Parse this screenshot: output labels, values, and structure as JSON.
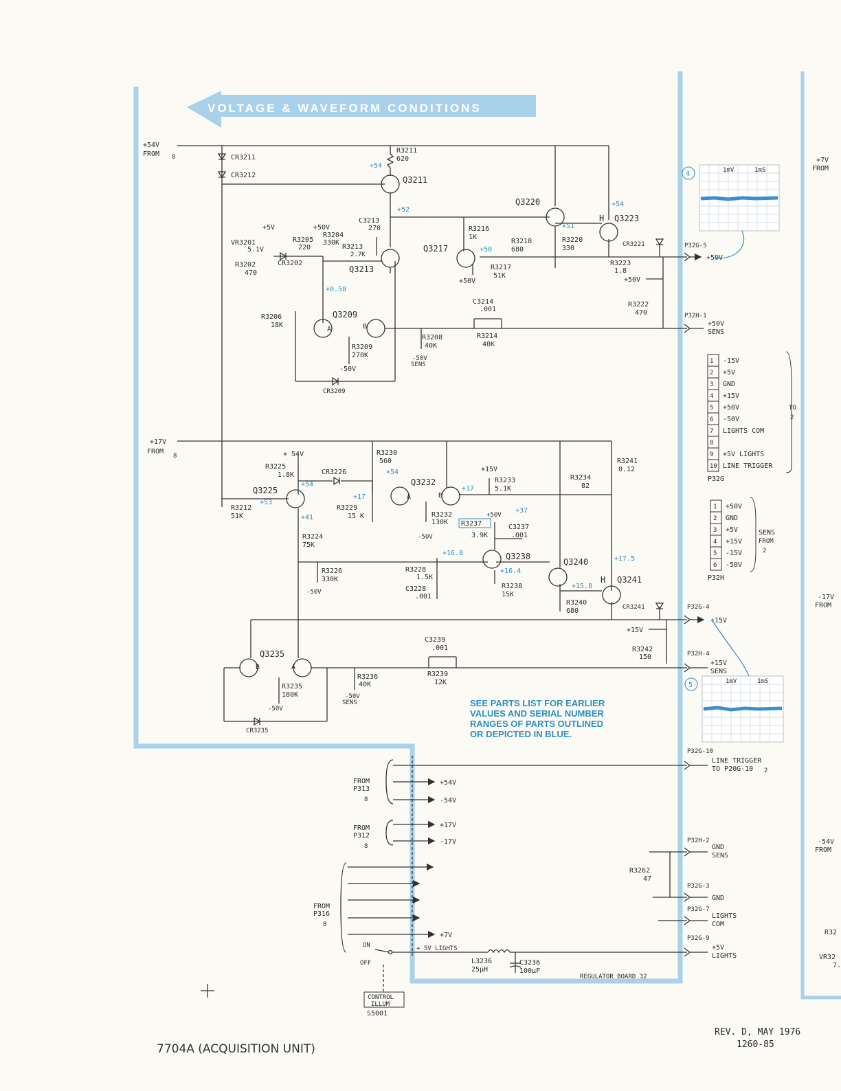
{
  "banner": "VOLTAGE & WAVEFORM CONDITIONS",
  "colors": {
    "border_blue": "#a9d2ea",
    "annotation_blue": "#2b8fc4",
    "trace": "#3a8fcf"
  },
  "inputs": {
    "p54": "+54V",
    "p17": "+17V",
    "from": "FROM",
    "ref8": "8",
    "p7_right": "+7V",
    "m17_right": "-17V",
    "m54_right": "-54V",
    "right_r32": "R32",
    "right_vr32": "VR32",
    "right_7": "7."
  },
  "components": {
    "cr3211": "CR3211",
    "cr3212": "CR3212",
    "r3211": "R3211",
    "r3211v": "620",
    "q3211": "Q3211",
    "q3220": "Q3220",
    "q3223": "Q3223",
    "h": "H",
    "r3216": "R3216",
    "r3216v": "1K",
    "r3218": "R3218",
    "r3218v": "680",
    "r3220": "R3220",
    "r3220v": "330",
    "cr3221": "CR3221",
    "r3223": "R3223",
    "r3223v": "1.8",
    "r3222": "R3222",
    "r3222v": "470",
    "q3217": "Q3217",
    "r3217": "R3217",
    "r3217v": "51K",
    "c3213": "C3213",
    "c3213v": "270",
    "r3213": "R3213",
    "r3213v": "2.7K",
    "q3213": "Q3213",
    "vr3201": "VR3201",
    "vr3201v": "5.1V",
    "r3205": "R3205",
    "r3205v": "220",
    "r3204": "R3204",
    "r3204v": "330K",
    "r3202": "R3202",
    "r3202v": "470",
    "cr3202": "CR3202",
    "p5v": "+5V",
    "p50v": "+50V",
    "m50v": "-50V",
    "m50vsens": "-50V",
    "sens": "SENS",
    "r3206": "R3206",
    "r3206v": "18K",
    "q3209": "Q3209",
    "a": "A",
    "b": "B",
    "r3209": "R3209",
    "r3209v": "270K",
    "r3208": "R3208",
    "r3208v": "40K",
    "c3214": "C3214",
    "c3214v": ".001",
    "r3214": "R3214",
    "r3214v": "40K",
    "cr3209": "CR3209",
    "r3230": "R3230",
    "r3230v": "560",
    "r3225": "R3225",
    "r3225v": "1.8K",
    "p54v": "+ 54V",
    "cr3226": "CR3226",
    "q3225": "Q3225",
    "r3212": "R3212",
    "r3212v": "51K",
    "r3229": "R3229",
    "r3229v": "15 K",
    "q3232": "Q3232",
    "p15v": "+15V",
    "r3233": "R3233",
    "r3233v": "5.1K",
    "r3234": "R3234",
    "r3234v": "82",
    "r3241": "R3241",
    "r3241v": "0.12",
    "r3232": "R3232",
    "r3232v": "130K",
    "r3237": "R3237",
    "r3237v": "3.9K",
    "c3237": "C3237",
    "c3237v": ".001",
    "r3224": "R3224",
    "r3224v": "75K",
    "r3226": "R3226",
    "r3226v": "330K",
    "r3228": "R3228",
    "r3228v": "1.5K",
    "c3228": "C3228",
    "c3228v": ".001",
    "q3238": "Q3238",
    "r3238": "R3238",
    "r3238v": "15K",
    "q3240": "Q3240",
    "r3240": "R3240",
    "r3240v": "680",
    "q3241": "Q3241",
    "cr3241": "CR3241",
    "r3242": "R3242",
    "r3242v": "150",
    "q3235": "Q3235",
    "r3235": "R3235",
    "r3235v": "180K",
    "r3236": "R3236",
    "r3236v": "40K",
    "c3239": "C3239",
    "c3239v": ".001",
    "r3239": "R3239",
    "r3239v": "12K",
    "cr3235": "CR3235",
    "r3262": "R3262",
    "r3262v": "47",
    "l3236": "L3236",
    "l3236v": "25μH",
    "c3236": "C3236",
    "c3236v": "100μF"
  },
  "voltages": {
    "v54a": "+54",
    "v52": "+52",
    "v54b": "+54",
    "v51": "+51",
    "v50": "+50",
    "v058": "+0.58",
    "v54c": "+54",
    "v53": "+53",
    "v41": "+41",
    "v54d": "+54",
    "v17a": "+17",
    "v17b": "+17",
    "v37": "+37",
    "v168": "+16.8",
    "v164": "+16.4",
    "v158": "+15.8",
    "v175": "+17.5"
  },
  "connectors": {
    "p32g5": "P32G-5",
    "p50v": "+50V",
    "p50v_node": "+50V",
    "p32h1": "P32H-1",
    "p50vsens": "+50V",
    "sens": "SENS",
    "p32g4": "P32G-4",
    "p15v": "+15V",
    "p15v_node": "+15V",
    "p32h4": "P32H-4",
    "p15vsens": "+15V",
    "p32g10": "P32G-10",
    "line_trigger": "LINE TRIGGER",
    "to_p20g10": "TO P20G-10",
    "p32h2": "P32H-2",
    "gnd": "GND",
    "p32g3": "P32G-3",
    "p32g7": "P32G-7",
    "lights": "LIGHTS",
    "com": "COM",
    "p32g9": "P32G-9",
    "p5v": "+5V"
  },
  "tables": {
    "p32g": {
      "name": "P32G",
      "rows": [
        {
          "n": "1",
          "s": "-15V"
        },
        {
          "n": "2",
          "s": "+5V"
        },
        {
          "n": "3",
          "s": "GND"
        },
        {
          "n": "4",
          "s": "+15V"
        },
        {
          "n": "5",
          "s": "+50V"
        },
        {
          "n": "6",
          "s": "-50V"
        },
        {
          "n": "7",
          "s": "LIGHTS COM"
        },
        {
          "n": "8",
          "s": ""
        },
        {
          "n": "9",
          "s": "+5V LIGHTS"
        },
        {
          "n": "10",
          "s": "LINE TRIGGER"
        }
      ],
      "to": "TO",
      "ref": "2"
    },
    "p32h": {
      "name": "P32H",
      "rows": [
        {
          "n": "1",
          "s": "+50V"
        },
        {
          "n": "2",
          "s": "GND"
        },
        {
          "n": "3",
          "s": "+5V"
        },
        {
          "n": "4",
          "s": "+15V"
        },
        {
          "n": "5",
          "s": "-15V"
        },
        {
          "n": "6",
          "s": "-50V"
        }
      ],
      "sens": "SENS",
      "from": "FROM",
      "ref": "2"
    }
  },
  "waveforms": {
    "w4": "4",
    "w5": "5",
    "div1": "1mV",
    "div2": "1mS"
  },
  "lower": {
    "from": "FROM",
    "p313": "P313",
    "p312": "P312",
    "p316": "P316",
    "ref8": "8",
    "ref2": "2",
    "p54": "+54V",
    "m54": "-54V",
    "p17": "+17V",
    "m17": "-17V",
    "p7": "+7V",
    "plus5lights": "+ 5V LIGHTS",
    "on": "ON",
    "off": "OFF",
    "control": "CONTROL",
    "illum": "ILLUM",
    "s5001": "S5001"
  },
  "note": [
    "SEE PARTS LIST FOR EARLIER",
    "VALUES AND SERIAL NUMBER",
    "RANGES OF PARTS OUTLINED",
    "OR DEPICTED IN BLUE."
  ],
  "board": "REGULATOR BOARD 32",
  "footer": {
    "left": "7704A (ACQUISITION UNIT)",
    "rev": "REV. D, MAY 1976",
    "part": "1260-85"
  }
}
